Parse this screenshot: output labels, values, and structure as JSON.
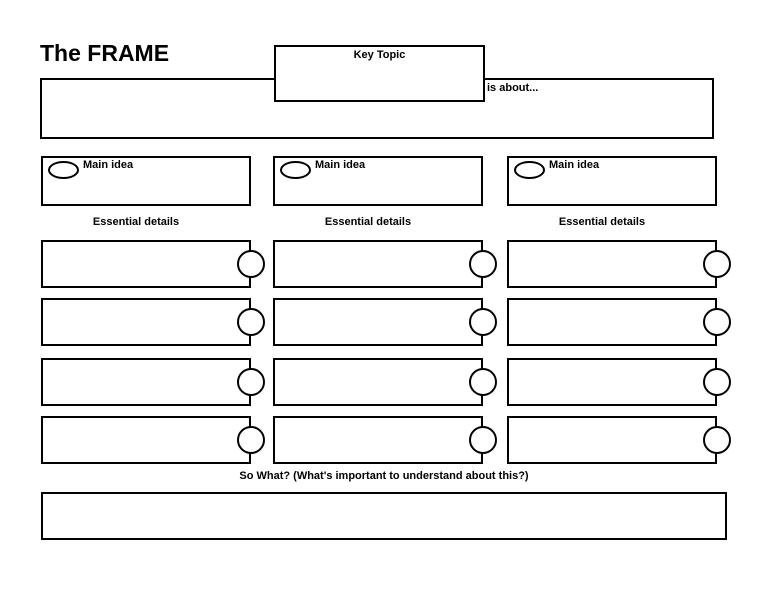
{
  "colors": {
    "ink": "#000000",
    "paper": "#ffffff"
  },
  "title": "The FRAME",
  "key_topic": {
    "label": "Key Topic",
    "value": ""
  },
  "about": {
    "label": "is about...",
    "value": ""
  },
  "columns": [
    {
      "main_idea": {
        "label": "Main idea",
        "value": ""
      },
      "details_heading": "Essential details",
      "details": [
        "",
        "",
        "",
        ""
      ]
    },
    {
      "main_idea": {
        "label": "Main idea",
        "value": ""
      },
      "details_heading": "Essential details",
      "details": [
        "",
        "",
        "",
        ""
      ]
    },
    {
      "main_idea": {
        "label": "Main idea",
        "value": ""
      },
      "details_heading": "Essential details",
      "details": [
        "",
        "",
        "",
        ""
      ]
    }
  ],
  "so_what": {
    "label": "So What? (What's important to understand about this?)",
    "value": ""
  }
}
